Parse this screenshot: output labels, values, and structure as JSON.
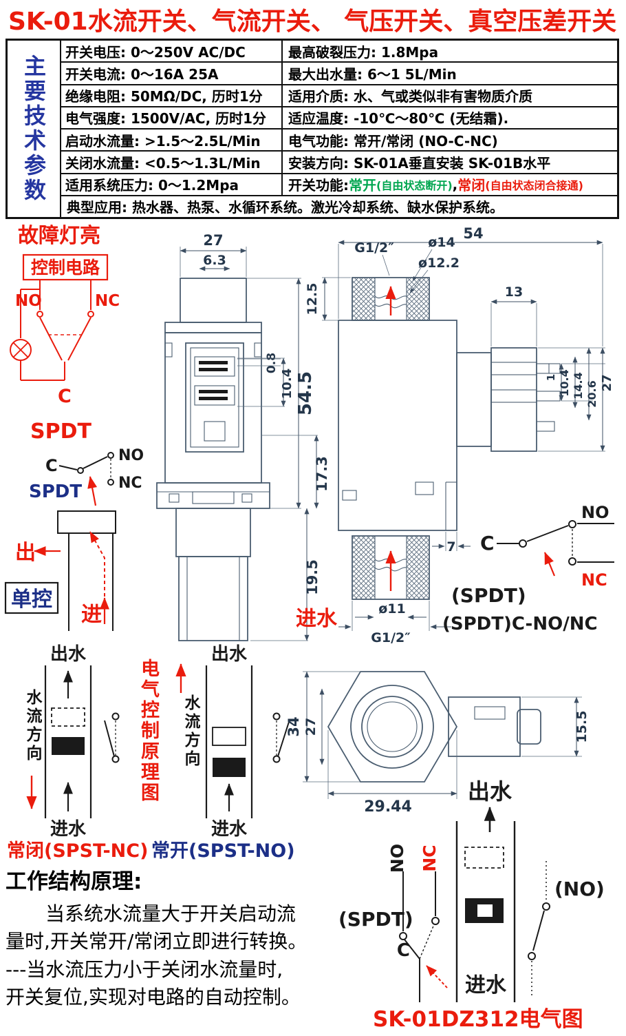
{
  "title": "SK-01水流开关、气流开关、 气压开关、真空压差开关",
  "table": {
    "vertical_header": "主要技术参数",
    "rows": [
      {
        "left": "开关电压: 0～250V AC/DC",
        "right": "最高破裂压力: 1.8Mpa"
      },
      {
        "left": "开关电流: 0～16A  25A",
        "right": "最大出水量: 6～1 5L/Min"
      },
      {
        "left": "绝缘电阻: 50MΩ/DC, 历时1分",
        "right": "适用介质: 水、气或类似非有害物质介质"
      },
      {
        "left": "电气强度: 1500V/AC, 历时1分",
        "right": "适应温度: -10℃～80℃ (无结霜)."
      },
      {
        "left": "启动水流量: >1.5～2.5L/Min",
        "right": "电气功能: 常开/常闭 (NO-C-NC)"
      },
      {
        "left": "关闭水流量: <0.5～1.3L/Min",
        "right": "安装方向: SK-01A垂直安装 SK-01B水平"
      }
    ],
    "row7": {
      "left": "适用系统压力: 0～1.2Mpa",
      "label": "开关功能: ",
      "no": "常开",
      "no_paren": "(自由状态断开)",
      "sep": ",",
      "nc": "常闭",
      "nc_paren": "(自由状态闭合接通)"
    },
    "typical_app": "典型应用: 热水器、热泵、水循环系统。激光冷却系统、缺水保护系统。"
  },
  "colors": {
    "red": "#ea1c0d",
    "blue": "#2536a0",
    "green": "#00a650",
    "line": "#4a5d70"
  },
  "fault_circuit": {
    "title": "故障灯亮",
    "box": "控制电路",
    "no": "NO",
    "nc": "NC",
    "c": "C",
    "spdt": "SPDT"
  },
  "spdt_small": {
    "c": "C",
    "no": "NO",
    "nc": "NC",
    "spdt": "SPDT"
  },
  "single": {
    "out": "出",
    "label": "单控",
    "in": "进"
  },
  "front": {
    "d27": "27",
    "d63": "6.3",
    "d08": "0.8",
    "d104": "10.4",
    "d545": "54.5",
    "d173": "17.3",
    "d195": "19.5"
  },
  "side": {
    "d54": "54",
    "g12_top": "G1/2″",
    "dia14": "ø14",
    "dia122": "ø12.2",
    "d125": "12.5",
    "d13": "13",
    "d1": "1",
    "d104": "10.4",
    "d144": "14.4",
    "d206": "20.6",
    "d27": "27",
    "d7": "7",
    "dia11": "ø11",
    "g12_bottom": "G1/2″",
    "inlet": "进水"
  },
  "spdt_right": {
    "c": "C",
    "no": "NO",
    "nc": "NC",
    "label1": "(SPDT)",
    "label2": "(SPDT)C-NO/NC"
  },
  "flow_nc": {
    "out": "出水",
    "in": "进水",
    "direction": "水流方向",
    "caption": "常闭(SPST-NC)"
  },
  "principle_label": "电气控制原理图",
  "flow_no": {
    "out": "出水",
    "in": "进水",
    "direction": "水流方向",
    "caption": "常开(SPST-NO)"
  },
  "hex": {
    "d34": "34",
    "d27": "27",
    "d2944": "29.44",
    "d155": "15.5"
  },
  "ediagram": {
    "out": "出水",
    "in": "进水",
    "no": "NO",
    "nc": "NC",
    "spdt": "(SPDT)",
    "c": "C",
    "no2": "(NO)",
    "caption": "SK-01DZ312电气图"
  },
  "principle": {
    "heading": "工作结构原理:",
    "line1": "当系统水流量大于开关启动流",
    "line2": "量时,开关常开/常闭立即进行转换。",
    "line3": "---当水流压力小于关闭水流量时,",
    "line4": "开关复位,实现对电路的自动控制。"
  }
}
